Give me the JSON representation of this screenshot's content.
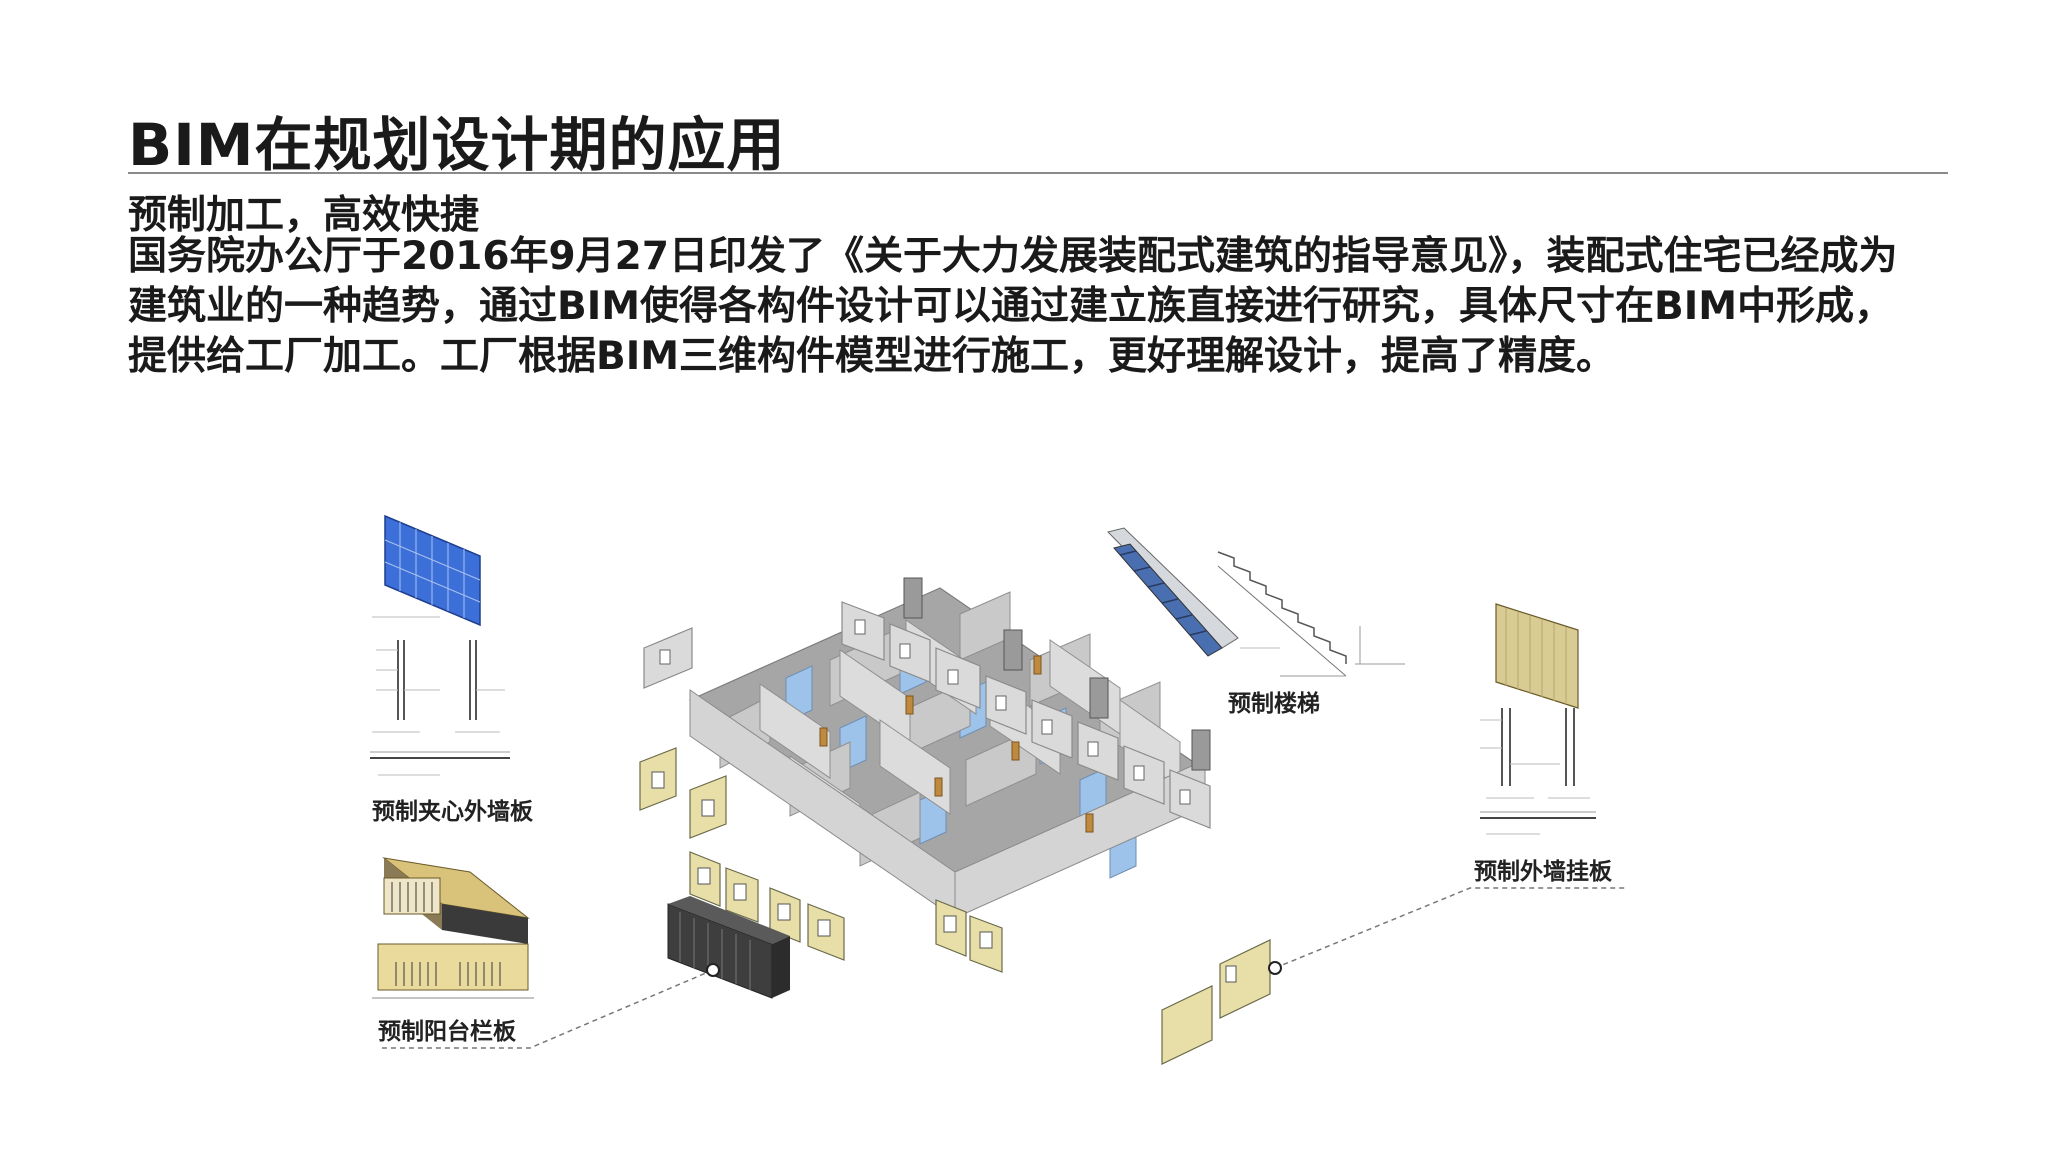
{
  "slide": {
    "title": "BIM在规划设计期的应用",
    "subtitle": "预制加工，高效快捷",
    "paragraph": "国务院办公厅于2016年9月27日印发了《关于大力发展装配式建筑的指导意见》，装配式住宅已经成为建筑业的一种趋势，通过BIM使得各构件设计可以通过建立族直接进行研究，具体尺寸在BIM中形成，提供给工厂加工。工厂根据BIM三维构件模型进行施工，更好理解设计，提高了精度。"
  },
  "figure": {
    "labels": {
      "sandwich_wall": "预制夹心外墙板",
      "stairs": "预制楼梯",
      "balcony": "预制阳台栏板",
      "hanging_wall": "预制外墙挂板"
    },
    "colors": {
      "wall_grey": "#c9c9c9",
      "glass_blue": "#9ec3ea",
      "panel_yellow": "#e8dfa8",
      "blue_panel": "#3d6fd8",
      "door_brown": "#c08a3e"
    }
  }
}
